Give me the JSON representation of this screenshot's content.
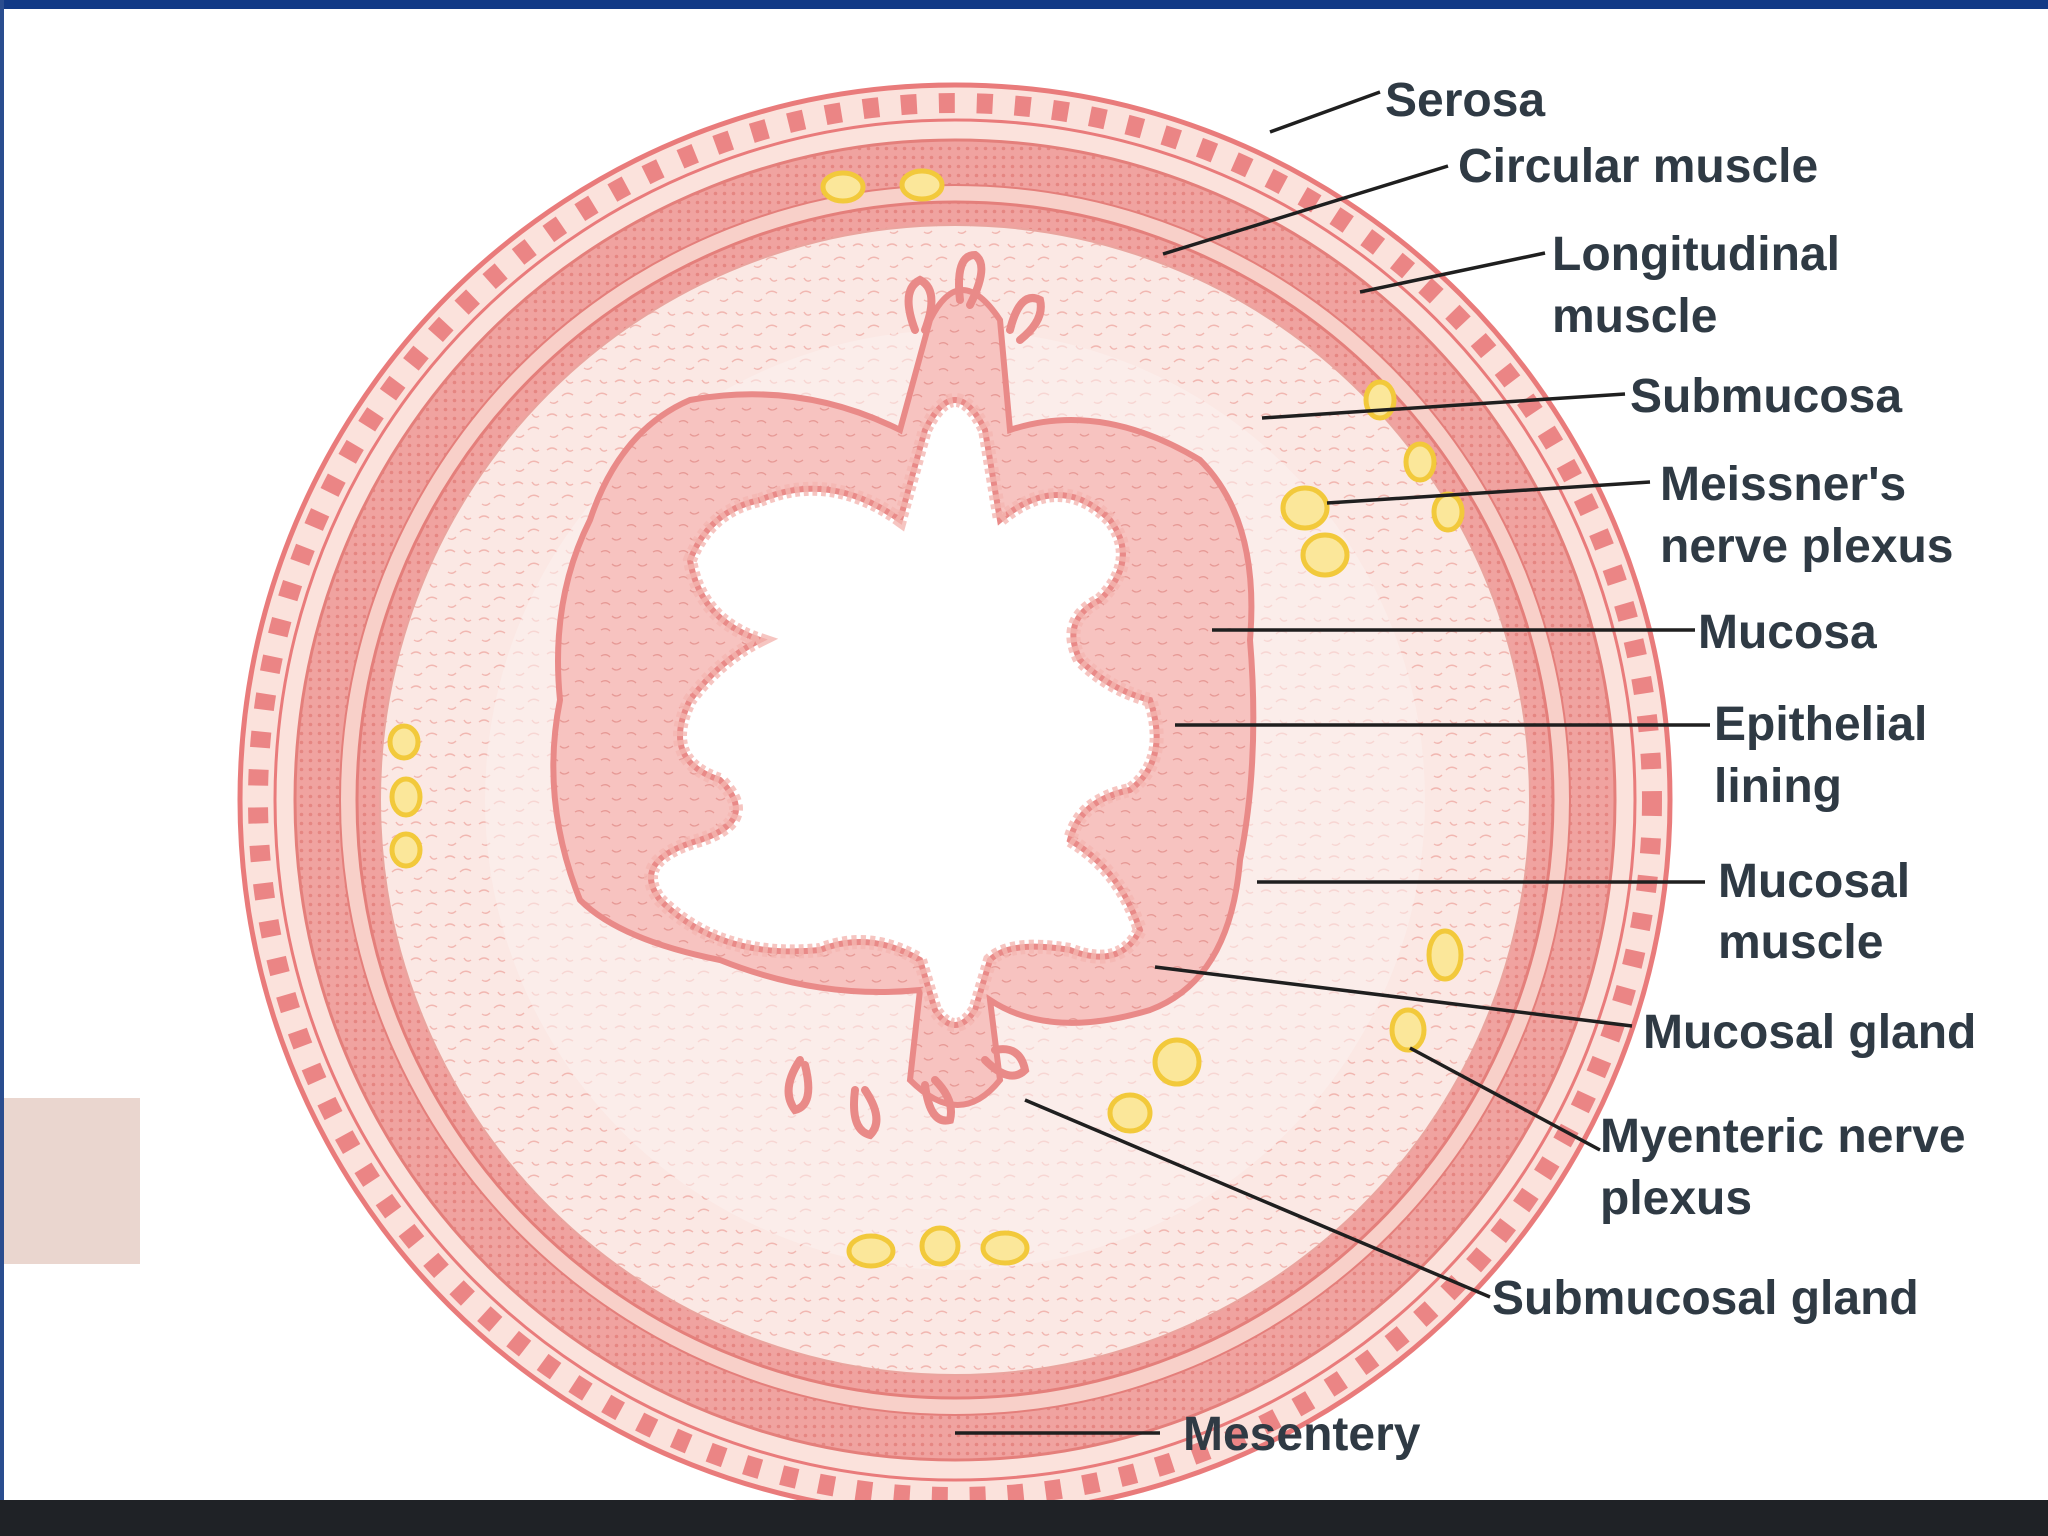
{
  "colors": {
    "serosa": "#e97b7b",
    "muscle": "#f0a3a0",
    "muscle_dots": "#e88d8a",
    "submucosa": "#fbe8e4",
    "mucosa": "#f7c3c0",
    "mucosa_outline": "#e98a88",
    "plexus": "#f2c93b",
    "plexus_fill": "#fbe79a",
    "leader_line": "#1f1f1f",
    "label_text": "#2f3a44",
    "frame_top": "#123a86",
    "frame_bottom": "#1f2226",
    "side_swatch": "#ead6cf"
  },
  "labels": {
    "serosa": "Serosa",
    "circular_muscle": "Circular muscle",
    "longitudinal_muscle_line1": "Longitudinal",
    "longitudinal_muscle_line2": "muscle",
    "submucosa": "Submucosa",
    "meissner_line1": "Meissner's",
    "meissner_line2": "nerve plexus",
    "mucosa": "Mucosa",
    "epithelial_line1": "Epithelial",
    "epithelial_line2": "lining",
    "mucosal_muscle_line1": "Mucosal",
    "mucosal_muscle_line2": "muscle",
    "mucosal_gland": "Mucosal gland",
    "myenteric_line1": "Myenteric nerve",
    "myenteric_line2": "plexus",
    "submucosal_gland": "Submucosal gland",
    "mesentery": "Mesentery"
  },
  "icons": {
    "plexus_ganglion": "yellow-ganglion-icon"
  }
}
